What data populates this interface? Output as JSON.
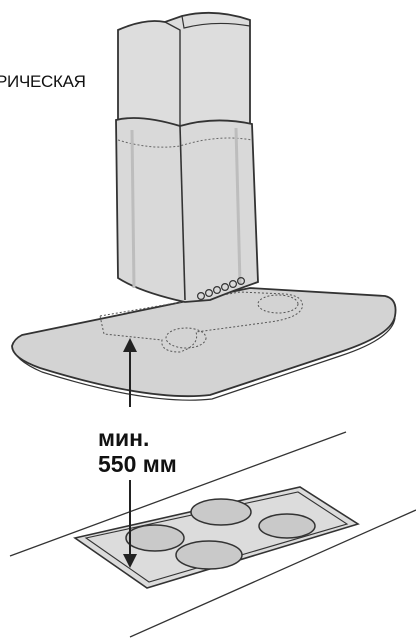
{
  "diagram": {
    "cut_label": "РИЧЕСКАЯ",
    "distance_label_line1": "мин.",
    "distance_label_line2": "550 мм",
    "colors": {
      "stroke": "#333333",
      "hood_body": "#d9d9d9",
      "hood_canopy": "#d3d3d3",
      "cooktop": "#dcdcdc",
      "burner": "#c9c9c9"
    }
  }
}
